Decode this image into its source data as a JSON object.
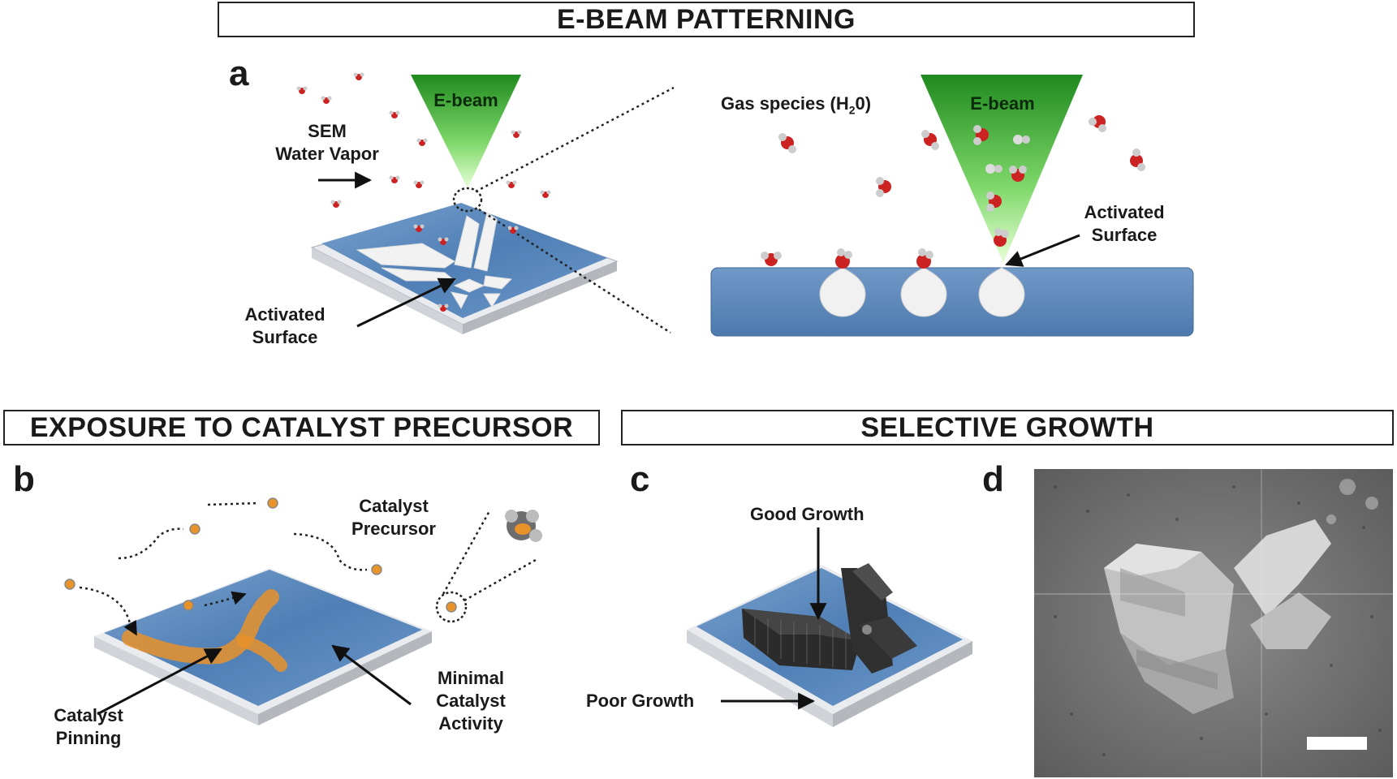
{
  "headers": {
    "ebeam": "E-BEAM PATTERNING",
    "exposure": "EXPOSURE TO CATALYST PRECURSOR",
    "selective": "SELECTIVE GROWTH"
  },
  "panels": {
    "a": "a",
    "b": "b",
    "c": "c",
    "d": "d"
  },
  "panel_a": {
    "sem_line1": "SEM",
    "sem_line2": "Water Vapor",
    "ebeam_label": "E-beam",
    "activated_line1": "Activated",
    "activated_line2": "Surface",
    "gas_species_prefix": "Gas species (H",
    "gas_species_sub": "2",
    "gas_species_suffix": "0)",
    "ebeam_label_zoom": "E-beam",
    "activated_zoom_line1": "Activated",
    "activated_zoom_line2": "Surface"
  },
  "panel_b": {
    "catalyst_line1": "Catalyst",
    "catalyst_line2": "Precursor",
    "pinning_line1": "Catalyst",
    "pinning_line2": "Pinning",
    "minimal_line1": "Minimal",
    "minimal_line2": "Catalyst",
    "minimal_line3": "Activity"
  },
  "panel_c": {
    "good_growth": "Good Growth",
    "poor_growth": "Poor Growth"
  },
  "colors": {
    "substrate_top": "#5b86b8",
    "substrate_side": "#c9ccd0",
    "beam_green": "#2a9a2a",
    "oxygen_red": "#cc2222",
    "hydrogen_gray": "#cfcfcf",
    "catalyst_orange": "#e8922a"
  }
}
